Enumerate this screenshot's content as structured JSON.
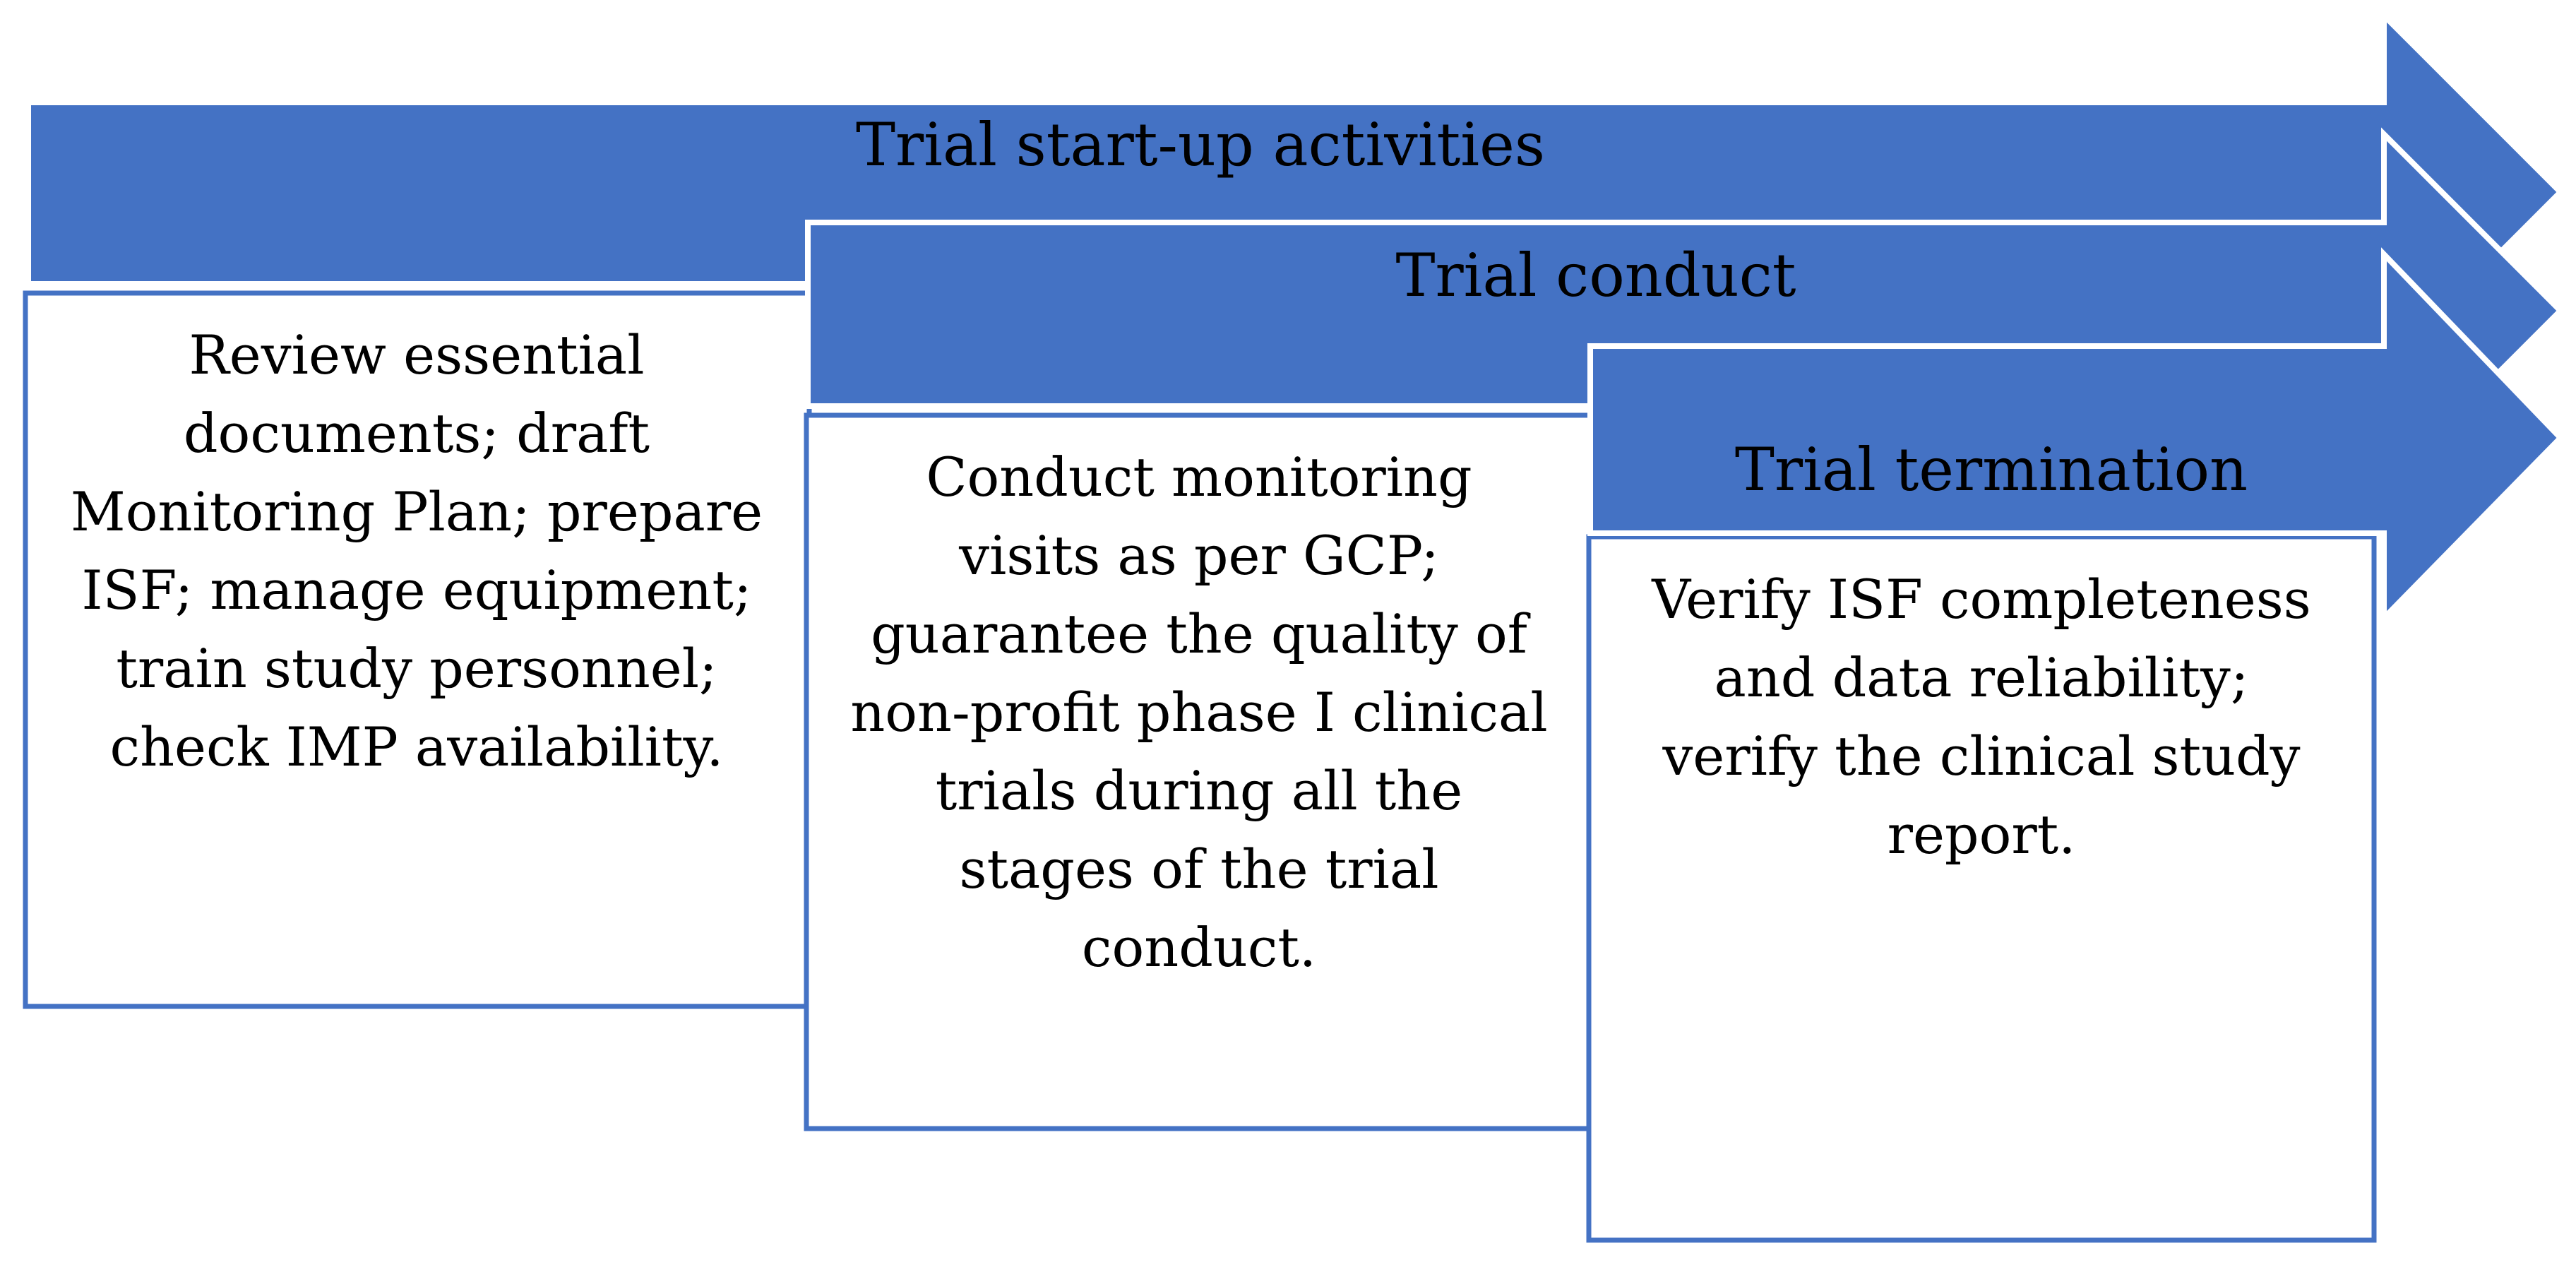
{
  "colors": {
    "arrow_fill": "#4472C4",
    "arrow_outline": "#FFFFFF",
    "box_border": "#4472C4",
    "box_fill": "#FFFFFF",
    "text": "#000000"
  },
  "stages": [
    {
      "title": "Trial start-up activities",
      "lines": [
        "Review essential",
        "documents; draft",
        "Monitoring Plan; prepare",
        "ISF; manage equipment;",
        "train study personnel;",
        "check IMP availability."
      ]
    },
    {
      "title": "Trial conduct",
      "lines": [
        "Conduct monitoring",
        "visits as per GCP;",
        "guarantee the quality of",
        "non-profit phase I clinical",
        "trials during all the",
        "stages of the trial",
        "conduct."
      ]
    },
    {
      "title": "Trial termination",
      "lines": [
        "Verify ISF completeness",
        "and data reliability;",
        "verify the clinical study",
        "report."
      ]
    }
  ]
}
